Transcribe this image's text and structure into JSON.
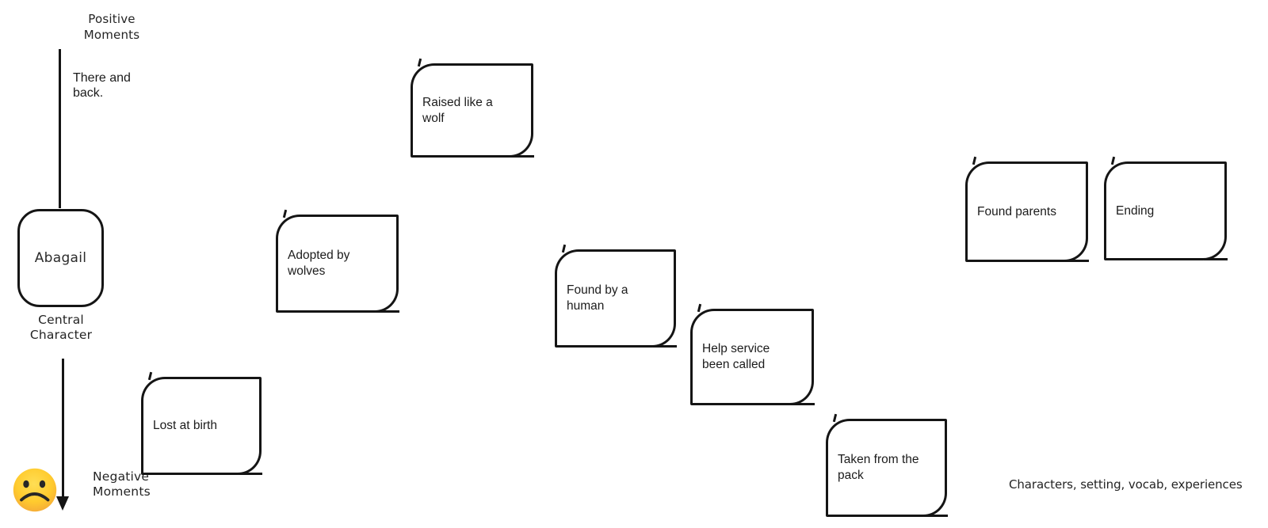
{
  "canvas": {
    "axis": {
      "positive_label": "Positive\nMoments",
      "negative_label": "Negative\nMoments",
      "annotation": "There and\nback."
    },
    "central": {
      "name": "Abagail",
      "caption": "Central\nCharacter"
    },
    "cards": [
      {
        "id": "raised-like-a-wolf",
        "label": "Raised like a\nwolf"
      },
      {
        "id": "adopted-by-wolves",
        "label": "Adopted by\nwolves"
      },
      {
        "id": "found-by-a-human",
        "label": "Found by a\nhuman"
      },
      {
        "id": "help-service-been-called",
        "label": "Help service\nbeen called"
      },
      {
        "id": "taken-from-the-pack",
        "label": "Taken from the\npack"
      },
      {
        "id": "lost-at-birth",
        "label": "Lost at birth"
      },
      {
        "id": "found-parents",
        "label": "Found parents"
      },
      {
        "id": "ending",
        "label": "Ending"
      }
    ],
    "footer_note": "Characters, setting, vocab, experiences",
    "icons": {
      "sad_face": "sad-face-emoji"
    },
    "colors": {
      "ink": "#151515",
      "text": "#1f1f1f",
      "emoji_yellow": "#FFCB2E",
      "emoji_highlight": "#FFDE55",
      "emoji_orange": "#F2A13C",
      "emoji_features": "#272727"
    }
  }
}
